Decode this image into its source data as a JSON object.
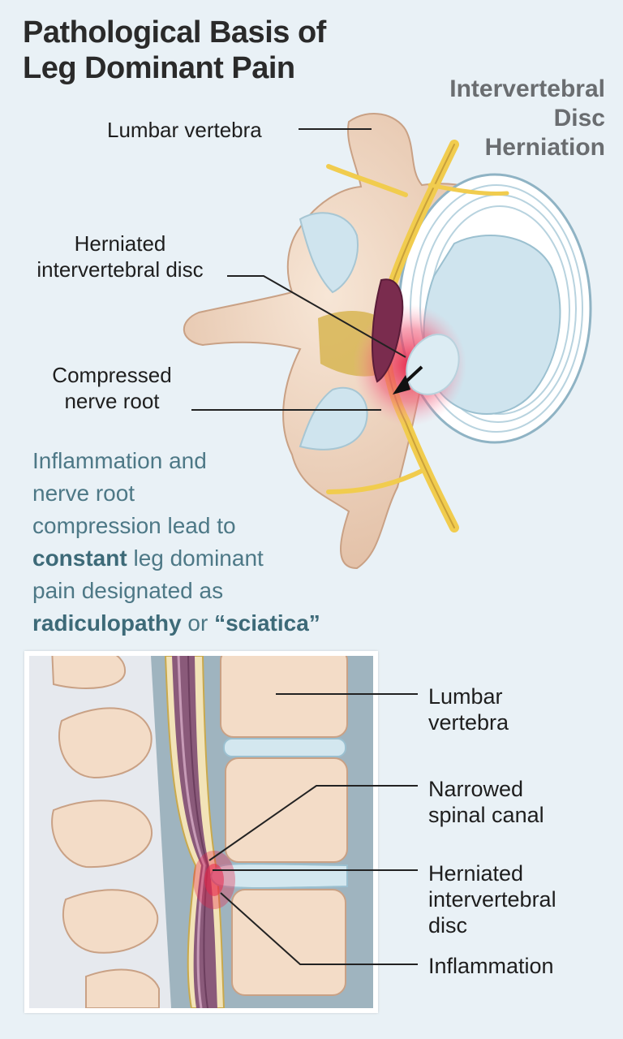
{
  "title": {
    "line1": "Pathological Basis of",
    "line2": "Leg Dominant Pain"
  },
  "subtitle": {
    "line1": "Intervertebral",
    "line2": "Disc",
    "line3": "Herniation"
  },
  "top_labels": {
    "lumbar_vertebra": "Lumbar vertebra",
    "herniated_disc_line1": "Herniated",
    "herniated_disc_line2": "intervertebral disc",
    "compressed_root_line1": "Compressed",
    "compressed_root_line2": "nerve root"
  },
  "caption": {
    "line1": "Inflammation and",
    "line2": "nerve root",
    "line3": "compression lead to",
    "line4_bold": "constant",
    "line4_rest": " leg dominant",
    "line5": "pain designated as",
    "line6_bold1": "radiculopathy",
    "line6_mid": " or ",
    "line6_bold2": "“sciatica”"
  },
  "bottom_labels": {
    "lumbar_line1": "Lumbar",
    "lumbar_line2": "vertebra",
    "narrowed_line1": "Narrowed",
    "narrowed_line2": "spinal canal",
    "herniated_line1": "Herniated",
    "herniated_line2": "intervertebral",
    "herniated_line3": "disc",
    "inflammation": "Inflammation"
  },
  "colors": {
    "background": "#e9f1f6",
    "bone": "#f3dcc7",
    "bone_shadow": "#d9b49a",
    "nerve": "#f1cc4e",
    "disc": "#d3e7ef",
    "inflammation": "#e8264b",
    "caption_text": "#4d7886",
    "cord": "#8a5a7a"
  }
}
